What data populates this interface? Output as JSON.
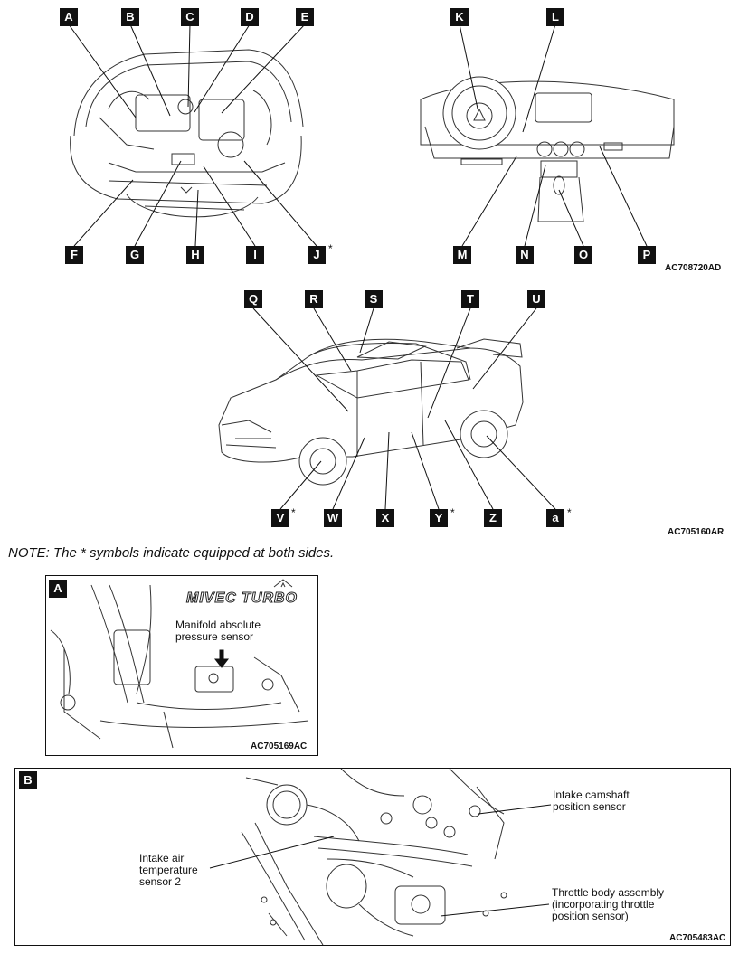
{
  "engine_tags": [
    "A",
    "B",
    "C",
    "D",
    "E",
    "F",
    "G",
    "H",
    "I",
    "J"
  ],
  "interior_tags": [
    "K",
    "L",
    "M",
    "N",
    "O",
    "P"
  ],
  "body_tags_top": [
    "Q",
    "R",
    "S",
    "T",
    "U"
  ],
  "body_tags_bottom": [
    "V",
    "W",
    "X",
    "Y",
    "Z",
    "a"
  ],
  "star": "*",
  "fig_codes": {
    "interior": "AC708720AD",
    "body": "AC705160AR",
    "detail_a": "AC705169AC",
    "detail_b": "AC705483AC"
  },
  "note": "NOTE: The * symbols indicate equipped at both sides.",
  "detail_a": {
    "tag": "A",
    "logo_text": "MIVEC TURBO",
    "label": "Manifold absolute\npressure sensor"
  },
  "detail_b": {
    "tag": "B",
    "labels": {
      "intake_air": "Intake air\ntemperature\nsensor 2",
      "camshaft": "Intake camshaft\nposition sensor",
      "throttle": "Throttle body assembly\n(incorporating throttle\nposition sensor)"
    }
  }
}
